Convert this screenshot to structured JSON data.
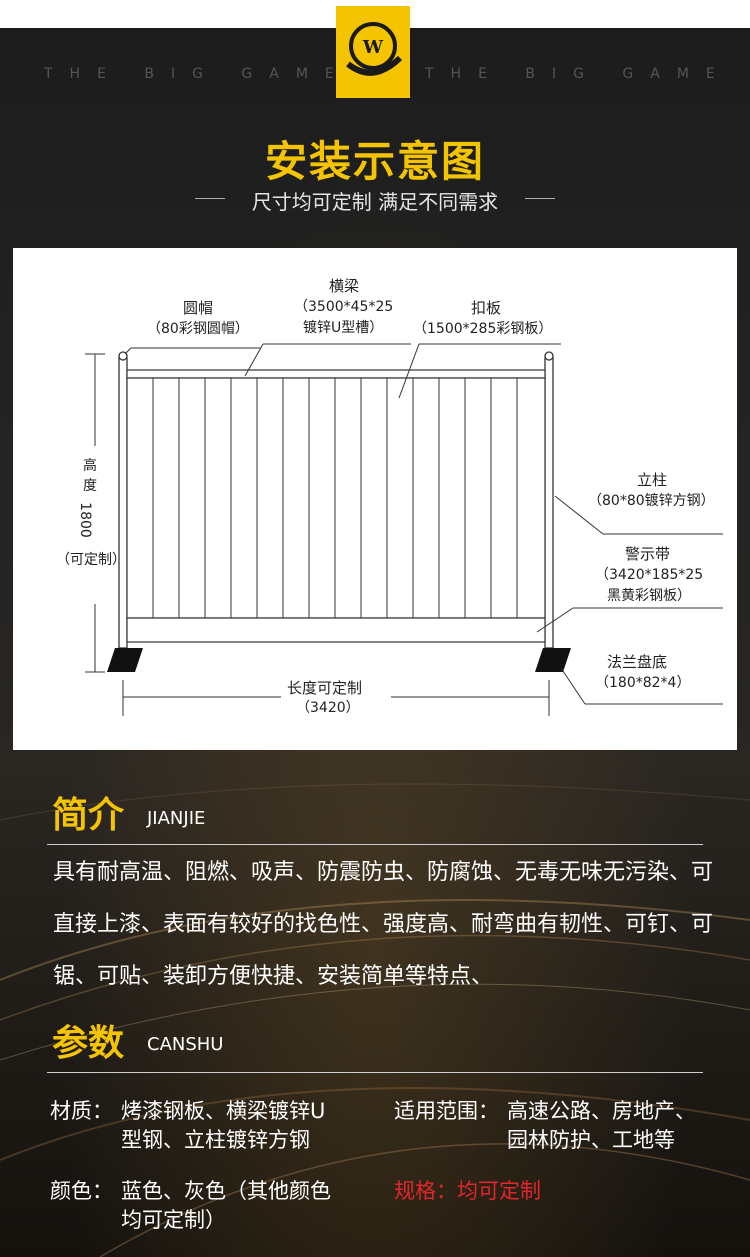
{
  "header": {
    "logo_letter": "W",
    "tagline_left": "THE BIG GAME",
    "tagline_right": "THE BIG GAME",
    "title": "安装示意图",
    "subtitle": "尺寸均可定制 满足不同需求"
  },
  "diagram": {
    "cap": {
      "name": "圆帽",
      "spec": "（80彩钢圆帽）"
    },
    "beam": {
      "name": "横梁",
      "spec_1": "（3500*45*25",
      "spec_2": "镀锌U型槽）"
    },
    "panel": {
      "name": "扣板",
      "spec": "（1500*285彩钢板）"
    },
    "post": {
      "name": "立柱",
      "spec": "（80*80镀锌方钢）"
    },
    "warning": {
      "name": "警示带",
      "spec_1": "（3420*185*25",
      "spec_2": "黑黄彩钢板）"
    },
    "flange": {
      "name": "法兰盘底",
      "spec": "（180*82*4）"
    },
    "height": {
      "label_1": "高",
      "label_2": "度",
      "value": "1800",
      "note": "（可定制）"
    },
    "length": {
      "label": "长度可定制",
      "value": "（3420）"
    }
  },
  "intro": {
    "heading": "简介",
    "heading_en": "JIANJIE",
    "text": "具有耐高温、阻燃、吸声、防震防虫、防腐蚀、无毒无味无污染、可直接上漆、表面有较好的找色性、强度高、耐弯曲有韧性、可钉、可锯、可贴、装卸方便快捷、安装简单等特点、"
  },
  "params": {
    "heading": "参数",
    "heading_en": "CANSHU",
    "material_label": "材质：",
    "material_line1": "烤漆钢板、横梁镀锌U",
    "material_line2": "型钢、立柱镀锌方钢",
    "scope_label": "适用范围：",
    "scope_line1": "高速公路、房地产、",
    "scope_line2": "园林防护、工地等",
    "color_label": "颜色：",
    "color_line1": "蓝色、灰色（其他颜色",
    "color_line2": "均可定制）",
    "spec_text": "规格：均可定制"
  },
  "colors": {
    "accent": "#f5c400",
    "spec_red": "#e4262a"
  }
}
